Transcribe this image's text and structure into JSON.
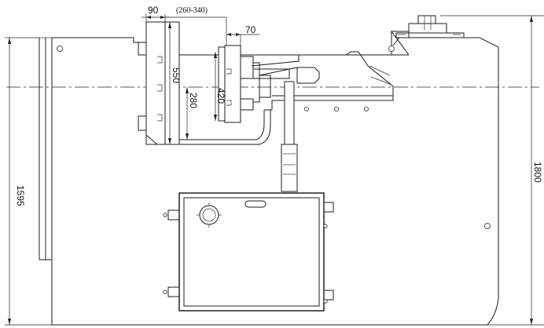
{
  "dimensions": {
    "d90": "90",
    "d260_340": "(260-340)",
    "d70": "70",
    "d550": "550",
    "d280": "280",
    "d420": "420",
    "d1595": "1595",
    "d1800": "1800"
  }
}
